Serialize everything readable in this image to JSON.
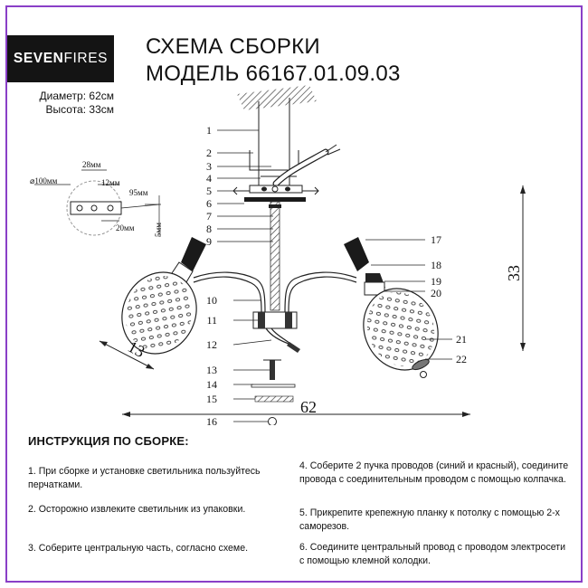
{
  "brand": {
    "bold": "SEVEN",
    "light": "FIRES"
  },
  "title": {
    "line1": "СХЕМА СБОРКИ",
    "line2": "МОДЕЛЬ 66167.01.09.03"
  },
  "specs": {
    "diameter": "Диаметр: 62см",
    "height": "Высота: 33см"
  },
  "dimensions": {
    "width": "62",
    "height": "33",
    "shade": "13"
  },
  "detail_dims": {
    "d100": "⌀100мм",
    "d28": "28мм",
    "d12": "12мм",
    "d95": "95мм",
    "d20": "20мм",
    "d5": "5мм"
  },
  "part_numbers": [
    "1",
    "2",
    "3",
    "4",
    "5",
    "6",
    "7",
    "8",
    "9",
    "10",
    "11",
    "12",
    "13",
    "14",
    "15",
    "16",
    "17",
    "18",
    "19",
    "20",
    "21",
    "22"
  ],
  "instructions": {
    "heading": "ИНСТРУКЦИЯ ПО СБОРКЕ:",
    "steps": [
      "1. При сборке и установке светильника пользуйтесь перчатками.",
      "2. Осторожно извлеките светильник из упаковки.",
      "3. Соберите центральную часть, согласно схеме.",
      "4. Соберите 2 пучка проводов (синий и красный), соедините провода с соединительным проводом с помощью колпачка.",
      "5. Прикрепите крепежную планку к потолку с помощью 2-х саморезов.",
      "6. Соедините центральный провод с проводом электросети с помощью клемной колодки."
    ]
  },
  "colors": {
    "frame": "#8a3fc7",
    "logo_bg": "#141414"
  }
}
